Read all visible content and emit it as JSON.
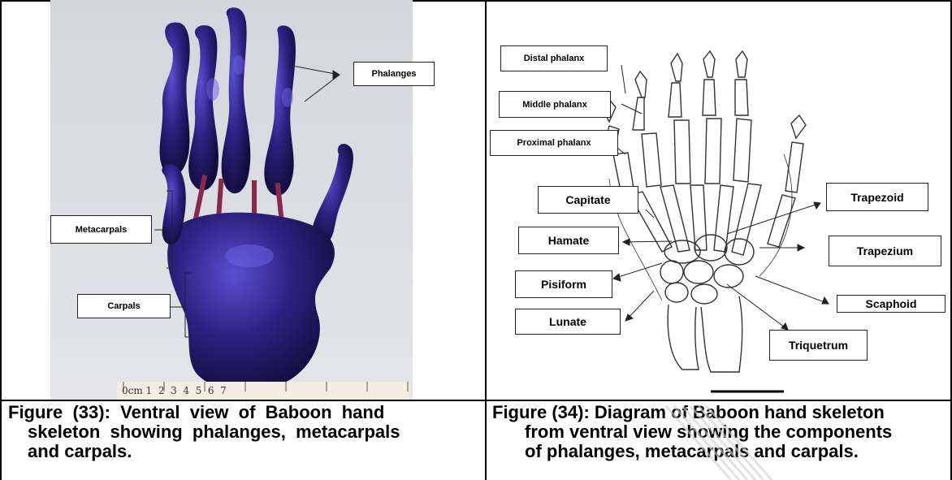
{
  "left_figure": {
    "labels": {
      "phalanges": "Phalanges",
      "metacarpals": "Metacarpals",
      "carpals": "Carpals"
    },
    "ruler_text": "0cm 1  2  3  4  5  6  7",
    "caption_line1": "Figure  (33):  Ventral  view  of  Baboon  hand",
    "caption_line2": "skeleton  showing  phalanges,  metacarpals",
    "caption_line3": "and carpals."
  },
  "right_figure": {
    "labels": {
      "distal_phalanx": "Distal phalanx",
      "middle_phalanx": "Middle phalanx",
      "proximal_phalanx": "Proximal phalanx",
      "capitate": "Capitate",
      "hamate": "Hamate",
      "pisiform": "Pisiform",
      "lunate": "Lunate",
      "trapezoid": "Trapezoid",
      "trapezium": "Trapezium",
      "scaphoid": "Scaphoid",
      "triquetrum": "Triquetrum"
    },
    "caption_line1": "Figure (34): Diagram of Baboon hand skeleton",
    "caption_line2": "from ventral view showing the components",
    "caption_line3": "of phalanges, metacarpals and carpals."
  },
  "colors": {
    "photo_bg": "#d9dbe0",
    "bone_stain": "#2a1f6b",
    "border": "#000000"
  }
}
